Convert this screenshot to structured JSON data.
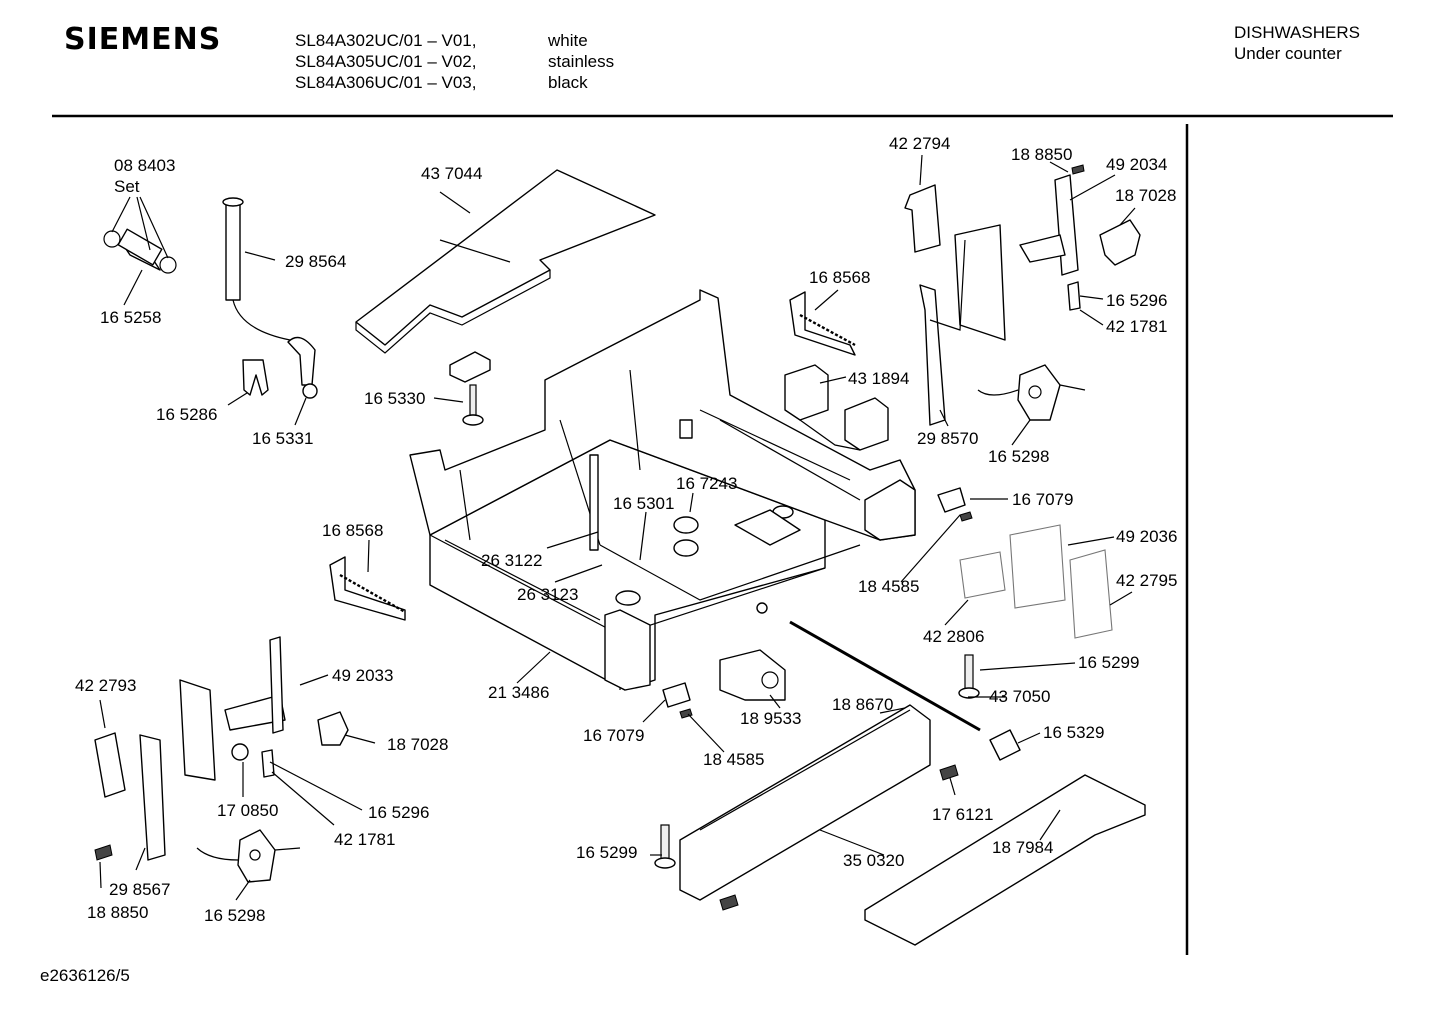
{
  "header": {
    "brand": "SIEMENS",
    "models": [
      "SL84A302UC/01 – V01,",
      "SL84A305UC/01 – V02,",
      "SL84A306UC/01 – V03,"
    ],
    "variants": [
      "white",
      "stainless",
      "black"
    ],
    "category_line1": "DISHWASHERS",
    "category_line2": "Under counter"
  },
  "footer": {
    "doc_id": "e2636126/5"
  },
  "callouts": [
    "08 8403",
    "Set",
    "16 5258",
    "29 8564",
    "43 7044",
    "16 5286",
    "16 5331",
    "16 5330",
    "16 8568",
    "43 1894",
    "42 2794",
    "18 8850",
    "49 2034",
    "18 7028",
    "16 5296",
    "42 1781",
    "29 8570",
    "16 5298",
    "16 7243",
    "16 5301",
    "26 3122",
    "26 3123",
    "16 8568",
    "16 7079",
    "49 2036",
    "18 4585",
    "42 2795",
    "42 2806",
    "16 5299",
    "43 7050",
    "16 5329",
    "21 3486",
    "42 2793",
    "49 2033",
    "18 7028",
    "17 0850",
    "16 5296",
    "42 1781",
    "16 7079",
    "18 4585",
    "18 9533",
    "18 8670",
    "17 6121",
    "18 7984",
    "35 0320",
    "16 5299",
    "29 8567",
    "18 8850",
    "16 5298"
  ]
}
